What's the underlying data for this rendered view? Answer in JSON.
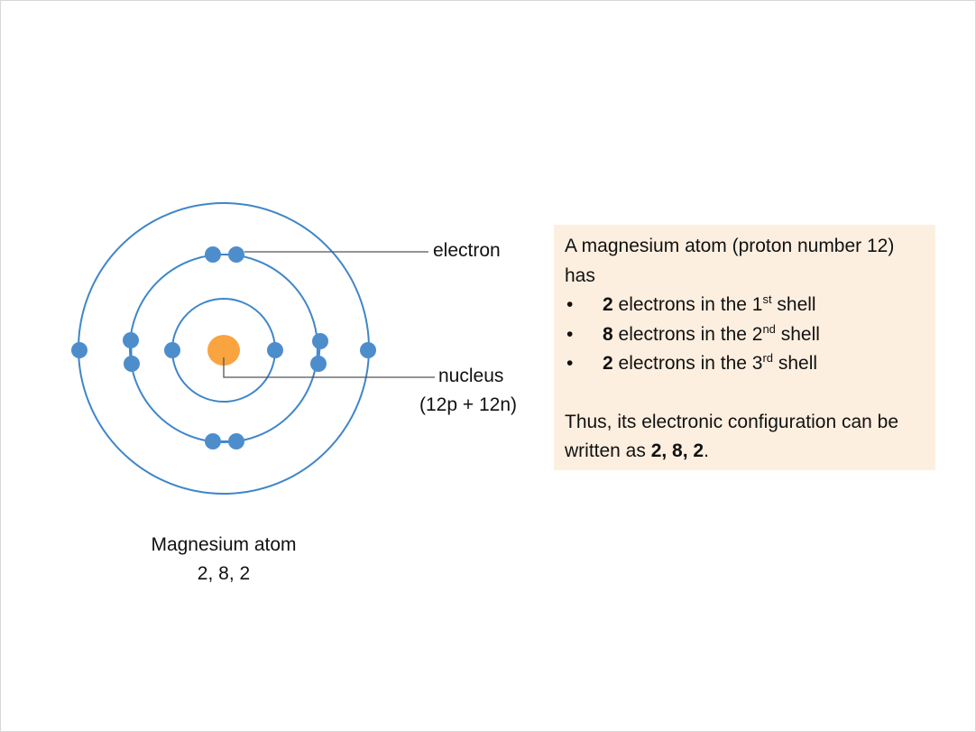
{
  "diagram": {
    "colors": {
      "shell": "#3f86c9",
      "electron": "#4e8dcc",
      "nucleus": "#f9a440",
      "leader": "#555555",
      "box": "#fdefe0"
    },
    "shells": [
      {
        "electrons": 2
      },
      {
        "electrons": 8
      },
      {
        "electrons": 2
      }
    ],
    "labels": {
      "electron": "electron",
      "nucleus": "nucleus",
      "nucleus_detail": "(12p + 12n)"
    },
    "caption": {
      "title": "Magnesium atom",
      "config": "2, 8, 2"
    }
  },
  "info": {
    "intro": "A magnesium atom (proton number 12) has",
    "bullets": [
      {
        "bullet": "•",
        "count": "2",
        "text": " electrons in the 1",
        "sup": "st",
        "tail": " shell"
      },
      {
        "bullet": "•",
        "count": "8",
        "text": " electrons in the 2",
        "sup": "nd",
        "tail": " shell"
      },
      {
        "bullet": "•",
        "count": "2",
        "text": " electrons in the 3",
        "sup": "rd",
        "tail": " shell"
      }
    ],
    "conclusion_prefix": "Thus, its electronic configuration can be written as ",
    "conclusion_value": "2, 8, 2",
    "conclusion_suffix": "."
  }
}
